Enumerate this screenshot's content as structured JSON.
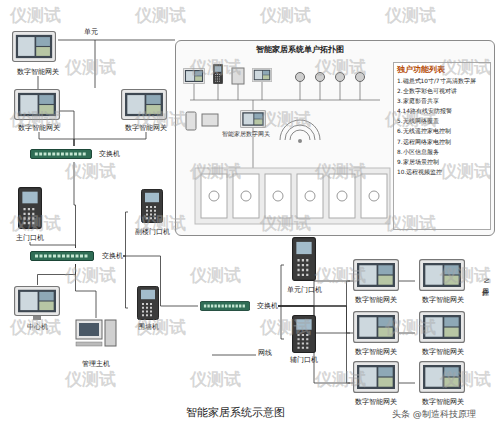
{
  "diagram": {
    "caption": "智能家居系统示意图",
    "nodes": [
      {
        "text": [
          "数字智能网关"
        ]
      },
      {
        "text": [
          "数字智能网关"
        ]
      },
      {
        "text": [
          "数字智能网关"
        ]
      },
      {
        "text": [
          "交换机"
        ]
      },
      {
        "text": [
          "主门口机"
        ]
      },
      {
        "text": [
          "副楼门口机"
        ]
      },
      {
        "text": [
          "交换机"
        ]
      },
      {
        "text": [
          "中心机"
        ]
      },
      {
        "text": [
          "围墙机"
        ]
      },
      {
        "text": [
          "管理主机"
        ]
      },
      {
        "text": [
          "智能家居系统单户拓扑图"
        ]
      },
      {
        "text": [
          "独户功能列表",
          "1.磁悬式10寸/7寸高清数字屏",
          "2.全数字彩色可视对讲",
          "3.家庭影音共享",
          "4.14路有线安防报警",
          "5.无线网络覆盖",
          "6.无线遥控家电控制",
          "7.远程网络家电控制",
          "8.小区信息服务",
          "9.家居场景控制",
          "10.远程视频监控"
        ],
        "in": 10
      },
      {
        "text": [
          "单元门口机"
        ]
      },
      {
        "text": [
          "交换机"
        ]
      },
      {
        "text": [
          "辅门口机"
        ]
      },
      {
        "text": [
          "数字智能网关"
        ]
      },
      {
        "text": [
          "数字智能网关"
        ]
      },
      {
        "text": [
          "数字智能网关"
        ]
      },
      {
        "text": [
          "数字智能网关"
        ]
      },
      {
        "text": [
          "数字智能网关"
        ]
      },
      {
        "text": [
          "数字智能网关"
        ]
      }
    ],
    "edges": [
      {
        "from": 0,
        "to": 3,
        "arrow": "none"
      },
      {
        "from": 1,
        "to": 3,
        "arrow": "none"
      },
      {
        "from": 2,
        "to": 3,
        "arrow": "none"
      },
      {
        "from": 3,
        "to": 6,
        "arrow": "none"
      },
      {
        "from": 4,
        "to": 6,
        "arrow": "none"
      },
      {
        "from": 5,
        "to": 6,
        "arrow": "none"
      },
      {
        "from": 6,
        "to": 7,
        "arrow": "none"
      },
      {
        "from": 6,
        "to": 8,
        "arrow": "none"
      },
      {
        "from": 6,
        "to": 9,
        "arrow": "none"
      },
      {
        "from": 6,
        "to": 13,
        "arrow": "none"
      },
      {
        "from": 13,
        "to": 12,
        "arrow": "none"
      },
      {
        "from": 13,
        "to": 14,
        "arrow": "none"
      },
      {
        "from": 13,
        "to": 15,
        "arrow": "none"
      },
      {
        "from": 13,
        "to": 16,
        "arrow": "none"
      },
      {
        "from": 13,
        "to": 17,
        "arrow": "none"
      },
      {
        "from": 13,
        "to": 18,
        "arrow": "none"
      },
      {
        "from": 13,
        "to": 19,
        "arrow": "none"
      },
      {
        "from": 13,
        "to": 20,
        "arrow": "none"
      }
    ],
    "labels": [
      "单元",
      "智能家居数字网关",
      "网线",
      "N层住户",
      "头条 @制造科技原理",
      "仪测试",
      "仪测试",
      "仪测试",
      "仪测试",
      "仪测试",
      "仪测试",
      "仪测试",
      "仪测试",
      "仪测试",
      "仪测试",
      "仪测试",
      "仪测试",
      "仪测试",
      "仪测试",
      "仪测试",
      "仪测试",
      "仪测试",
      "仪测试",
      "仪测试",
      "仪测试",
      "仪测试",
      "仪测试",
      "仪测试",
      "仪测试",
      "仪测试",
      "仪测试",
      "仪测试",
      "仪测试",
      "仪测试",
      "仪测试",
      "仪测试",
      "仪测试"
    ]
  }
}
